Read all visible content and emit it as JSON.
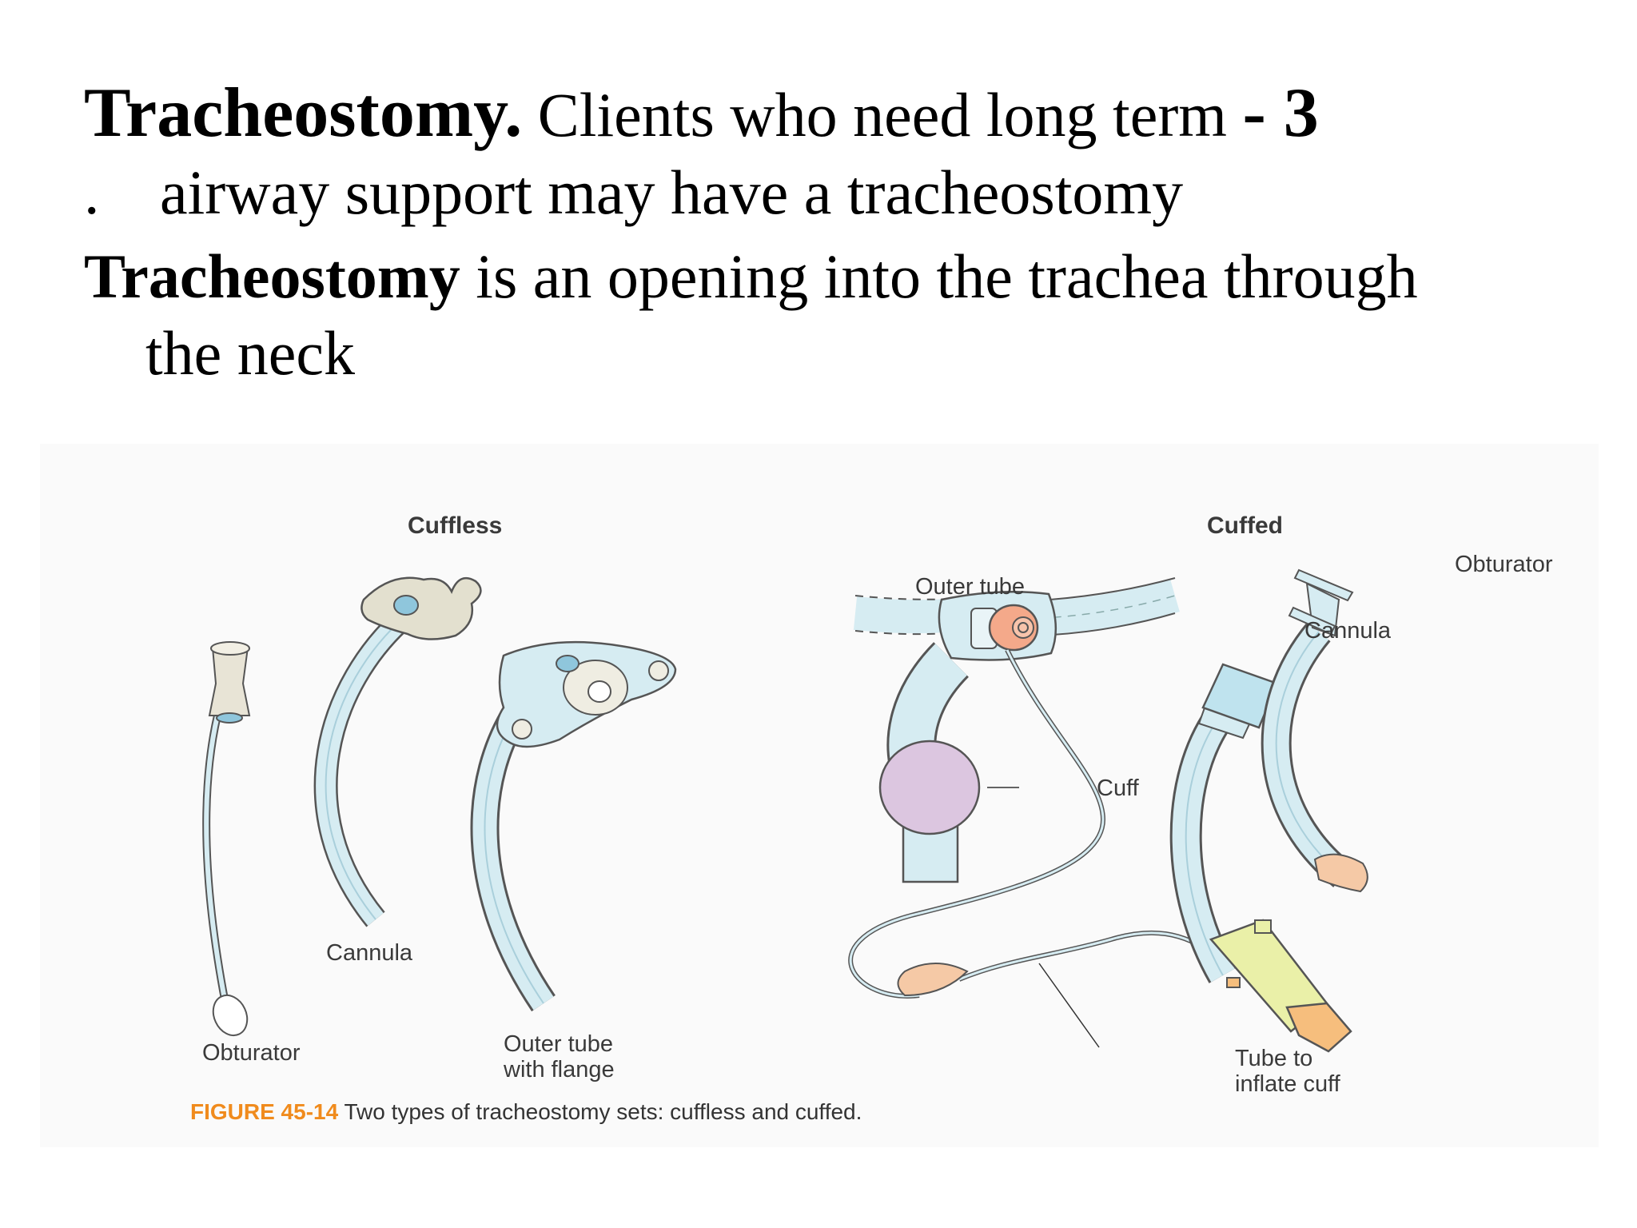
{
  "slide": {
    "para1": {
      "term": "Tracheostomy.",
      "text1": " Clients who need long term ",
      "number": "- 3",
      "bullet": ".",
      "line2": "airway support may have a tracheostomy"
    },
    "para2": {
      "term": "Tracheostomy",
      "text1": " is an opening into the trachea through",
      "line2": "the neck"
    }
  },
  "figure": {
    "cuffless": {
      "header": "Cuffless",
      "obturator": "Obturator",
      "cannula": "Cannula",
      "outer_tube_line1": "Outer tube",
      "outer_tube_line2": "with flange"
    },
    "cuffed": {
      "header": "Cuffed",
      "outer_tube": "Outer tube",
      "obturator": "Obturator",
      "cannula": "Cannula",
      "cuff": "Cuff",
      "inflate_line1": "Tube to",
      "inflate_line2": "inflate cuff"
    },
    "caption": {
      "number": "FIGURE 45-14",
      "text": " Two types of tracheostomy sets: cuffless and cuffed."
    },
    "colors": {
      "tube": "#d6ecf2",
      "outline": "#555555",
      "cuff": "#dcc6e0",
      "orange": "#f4a98a",
      "peach": "#f5c9a6",
      "yellow": "#eaf0a8",
      "caption_accent": "#f08b1d"
    }
  }
}
